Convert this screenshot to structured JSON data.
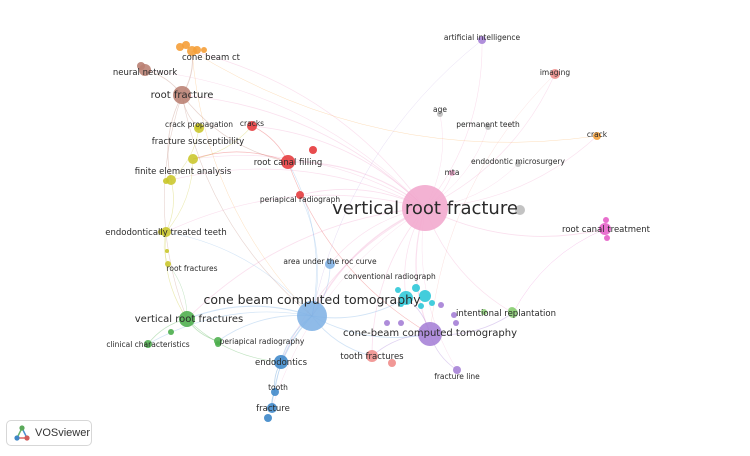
{
  "brand": {
    "name": "VOSviewer"
  },
  "colors": {
    "pink": "#f1a7cd",
    "blue": "#7fb2e5",
    "purple": "#a57fd6",
    "green": "#4cae4c",
    "red": "#e5393b",
    "brown": "#b98072",
    "yellow": "#c9c62a",
    "orange": "#f59f38",
    "cyan": "#2fc8d8",
    "gray": "#bdbdbd",
    "salmon": "#ef8d8b",
    "lime": "#8fd07a",
    "magenta": "#e65fc8",
    "navy": "#3d87c9"
  },
  "nodes": [
    {
      "id": "vrf",
      "label": "vertical root fracture",
      "color": "pink",
      "weight": 10
    },
    {
      "id": "cbct",
      "label": "cone beam computed tomography",
      "color": "blue",
      "weight": 8
    },
    {
      "id": "cbct2",
      "label": "cone-beam computed tomography",
      "color": "purple",
      "weight": 7
    },
    {
      "id": "vrfs",
      "label": "vertical root fractures",
      "color": "green",
      "weight": 6
    },
    {
      "id": "rootfracture",
      "label": "root fracture",
      "color": "brown",
      "weight": 6
    },
    {
      "id": "rcf",
      "label": "root canal filling",
      "color": "red",
      "weight": 5
    },
    {
      "id": "endodontics",
      "label": "endodontics",
      "color": "navy",
      "weight": 4
    },
    {
      "id": "toothfractures",
      "label": "tooth fractures",
      "color": "salmon",
      "weight": 4
    },
    {
      "id": "ett",
      "label": "endodontically treated teeth",
      "color": "yellow",
      "weight": 3
    },
    {
      "id": "fea",
      "label": "finite element analysis",
      "color": "yellow",
      "weight": 3
    },
    {
      "id": "fs",
      "label": "fracture susceptibility",
      "color": "yellow",
      "weight": 3
    },
    {
      "id": "cp",
      "label": "crack propagation",
      "color": "yellow",
      "weight": 2
    },
    {
      "id": "cracks",
      "label": "cracks",
      "color": "red",
      "weight": 2
    },
    {
      "id": "pr",
      "label": "periapical radiograph",
      "color": "red",
      "weight": 2
    },
    {
      "id": "nn",
      "label": "neural network",
      "color": "brown",
      "weight": 3
    },
    {
      "id": "cbct3",
      "label": "cone beam ct",
      "color": "orange",
      "weight": 3
    },
    {
      "id": "ai",
      "label": "artificial intelligence",
      "color": "purple",
      "weight": 2
    },
    {
      "id": "imaging",
      "label": "imaging",
      "color": "salmon",
      "weight": 2
    },
    {
      "id": "crack",
      "label": "crack",
      "color": "orange",
      "weight": 2
    },
    {
      "id": "age",
      "label": "age",
      "color": "gray",
      "weight": 1
    },
    {
      "id": "pt",
      "label": "permanent teeth",
      "color": "gray",
      "weight": 1
    },
    {
      "id": "em",
      "label": "endodontic microsurgery",
      "color": "gray",
      "weight": 1
    },
    {
      "id": "mta",
      "label": "mta",
      "color": "pink",
      "weight": 1
    },
    {
      "id": "rct",
      "label": "root canal treatment",
      "color": "magenta",
      "weight": 3
    },
    {
      "id": "auc",
      "label": "area under the roc curve",
      "color": "blue",
      "weight": 2
    },
    {
      "id": "cr",
      "label": "conventional radiograph",
      "color": "cyan",
      "weight": 2
    },
    {
      "id": "ir",
      "label": "intentional replantation",
      "color": "lime",
      "weight": 3
    },
    {
      "id": "rf2",
      "label": "root fractures",
      "color": "yellow",
      "weight": 1
    },
    {
      "id": "cc",
      "label": "clinical characteristics",
      "color": "green",
      "weight": 2
    },
    {
      "id": "perirad",
      "label": "periapical radiography",
      "color": "green",
      "weight": 2
    },
    {
      "id": "tooth",
      "label": "tooth",
      "color": "navy",
      "weight": 2
    },
    {
      "id": "fracture",
      "label": "fracture",
      "color": "navy",
      "weight": 3
    },
    {
      "id": "fl",
      "label": "fracture line",
      "color": "purple",
      "weight": 2
    }
  ]
}
